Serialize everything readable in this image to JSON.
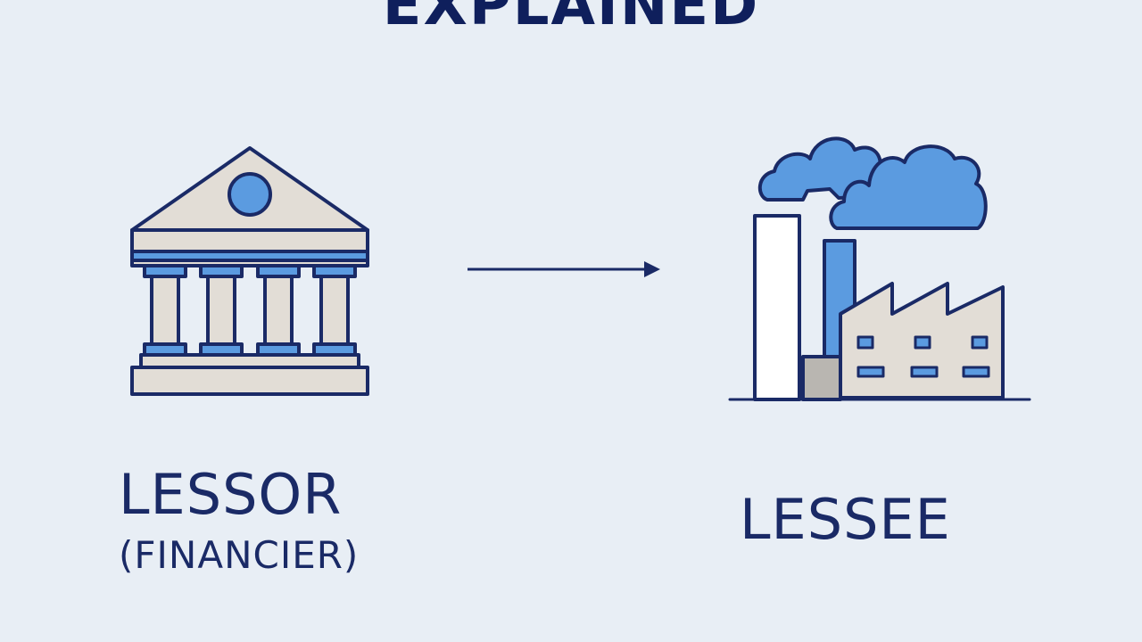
{
  "title": "EXPLAINED",
  "nodes": [
    {
      "label": "LESSOR",
      "sublabel": "(FINANCIER)",
      "icon": "bank-building-icon"
    },
    {
      "label": "LESSEE",
      "icon": "factory-icon"
    }
  ],
  "edge": {
    "from": "LESSOR",
    "to": "LESSEE",
    "icon": "right-arrow-icon"
  },
  "colors": {
    "background": "#e8eef5",
    "navy": "#1a2a66",
    "accent_blue": "#5b9be0",
    "beige": "#e2ddd6"
  }
}
